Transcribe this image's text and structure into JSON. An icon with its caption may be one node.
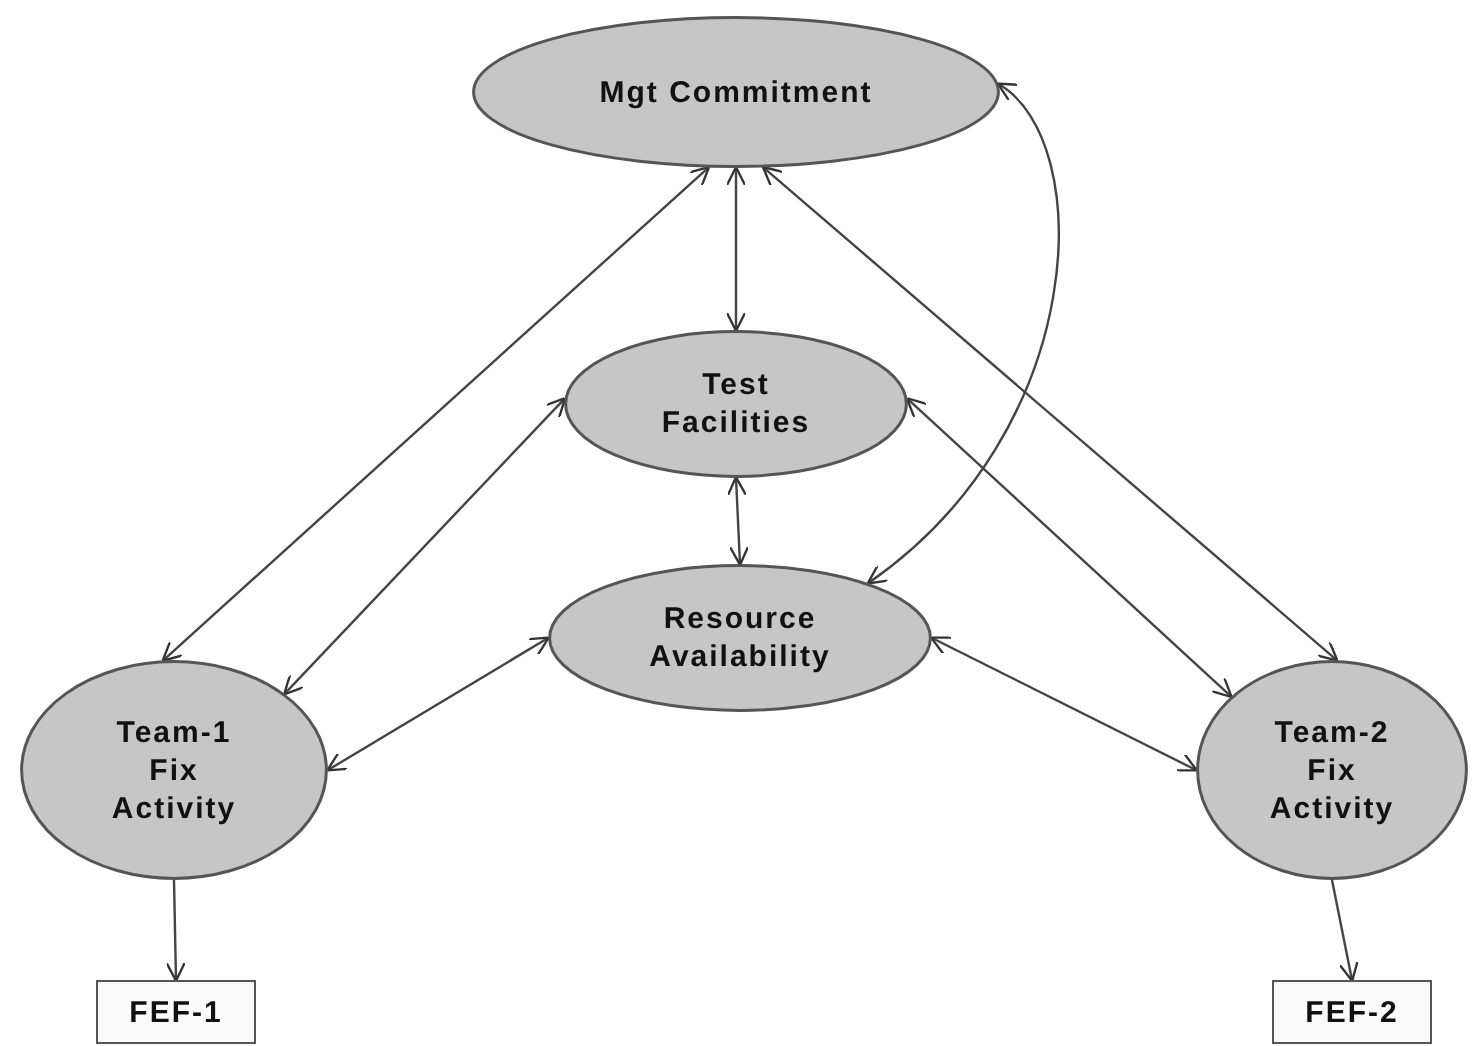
{
  "diagram": {
    "nodes": [
      {
        "text": [
          "Mgt Commitment"
        ]
      },
      {
        "text": [
          "Test Facilities"
        ]
      },
      {
        "text": [
          "Resource Availability"
        ]
      },
      {
        "text": [
          "Team-1 Fix Activity"
        ]
      },
      {
        "text": [
          "Team-2 Fix Activity"
        ]
      },
      {
        "text": [
          "FEF-1"
        ]
      },
      {
        "text": [
          "FEF-2"
        ]
      }
    ],
    "edges": [
      {
        "from": 0,
        "to": 1,
        "arrow": "both"
      },
      {
        "from": 0,
        "to": 3,
        "arrow": "both"
      },
      {
        "from": 0,
        "to": 4,
        "arrow": "both"
      },
      {
        "from": 1,
        "to": 3,
        "arrow": "both"
      },
      {
        "from": 1,
        "to": 4,
        "arrow": "both"
      },
      {
        "from": 1,
        "to": 2,
        "arrow": "both"
      },
      {
        "from": 2,
        "to": 3,
        "arrow": "both"
      },
      {
        "from": 2,
        "to": 4,
        "arrow": "both"
      },
      {
        "from": 0,
        "to": 2,
        "arrow": "both"
      },
      {
        "from": 3,
        "to": 5,
        "arrow": "to"
      },
      {
        "from": 4,
        "to": 6,
        "arrow": "to"
      }
    ]
  }
}
